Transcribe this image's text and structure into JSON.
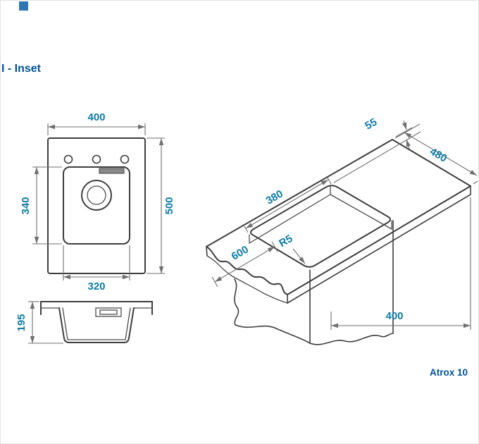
{
  "colors": {
    "title_blue": "#00529b",
    "dimension_teal": "#0d7ba6",
    "logo_blue": "#2e75b6"
  },
  "header": {
    "title": "I - Inset"
  },
  "footer": {
    "product_label": "Atrox 10"
  },
  "top_view": {
    "overall_width": "400",
    "overall_depth": "500",
    "bowl_depth": "340",
    "bowl_width": "320"
  },
  "section_view": {
    "bowl_height": "195"
  },
  "iso_view": {
    "edge_gap": "55",
    "worktop_depth": "480",
    "cutout_width": "380",
    "corner_radius": "R5",
    "worktop_length": "600",
    "cabinet_width": "400"
  }
}
